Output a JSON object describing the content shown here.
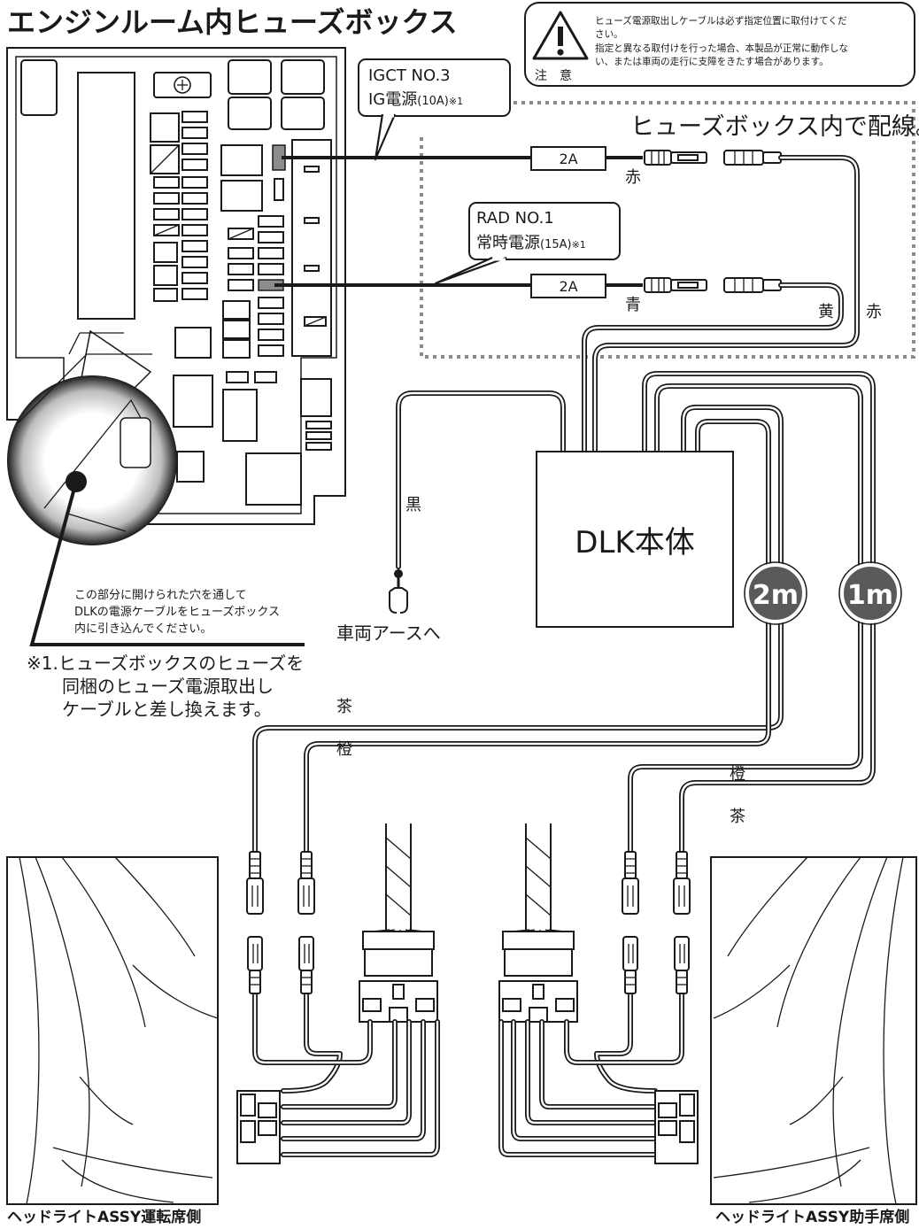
{
  "title": "エンジンルーム内ヒューズボックス",
  "caution": {
    "label": "注　意",
    "lines": [
      "ヒューズ電源取出しケーブルは必ず指定位置に取付けてくだ",
      "さい。",
      "指定と異なる取付けを行った場合、本製品が正常に動作しな",
      "い、または車両の走行に支障をきたす場合があります。"
    ]
  },
  "in_box_label": "ヒューズボックス内で配線。",
  "fuse_igct": {
    "name": "IGCT NO.3",
    "detail_prefix": "IG電源",
    "detail_amp": "(10A)",
    "note_mark": "※1"
  },
  "fuse_rad": {
    "name": "RAD NO.1",
    "detail_prefix": "常時電源",
    "detail_amp": "(15A)",
    "note_mark": "※1"
  },
  "inline_fuse_top": "2A",
  "inline_fuse_bottom": "2A",
  "wire_labels": {
    "red_top": "赤",
    "blue": "青",
    "yellow": "黄",
    "red_right": "赤",
    "black": "黒",
    "brown_left": "茶",
    "orange_left": "橙",
    "orange_right": "橙",
    "brown_right": "茶"
  },
  "ground_label": "車両アースへ",
  "unit_label": "DLK本体",
  "cable_badges": [
    "2m",
    "1m"
  ],
  "hole_note": [
    "この部分に開けられた穴を通して",
    "DLKの電源ケーブルをヒューズボックス",
    "内に引き込んでください。"
  ],
  "footnote": [
    "※1.ヒューズボックスのヒューズを",
    "同梱のヒューズ電源取出し",
    "ケーブルと差し換えます。"
  ],
  "headlight_left": "ヘッドライトASSY運転席側",
  "headlight_right": "ヘッドライトASSY助手席側",
  "colors": {
    "ink": "#1a1a1a",
    "badge": "#5a5a5a",
    "dotted_border": "#8a8a8a",
    "paper": "#ffffff"
  }
}
